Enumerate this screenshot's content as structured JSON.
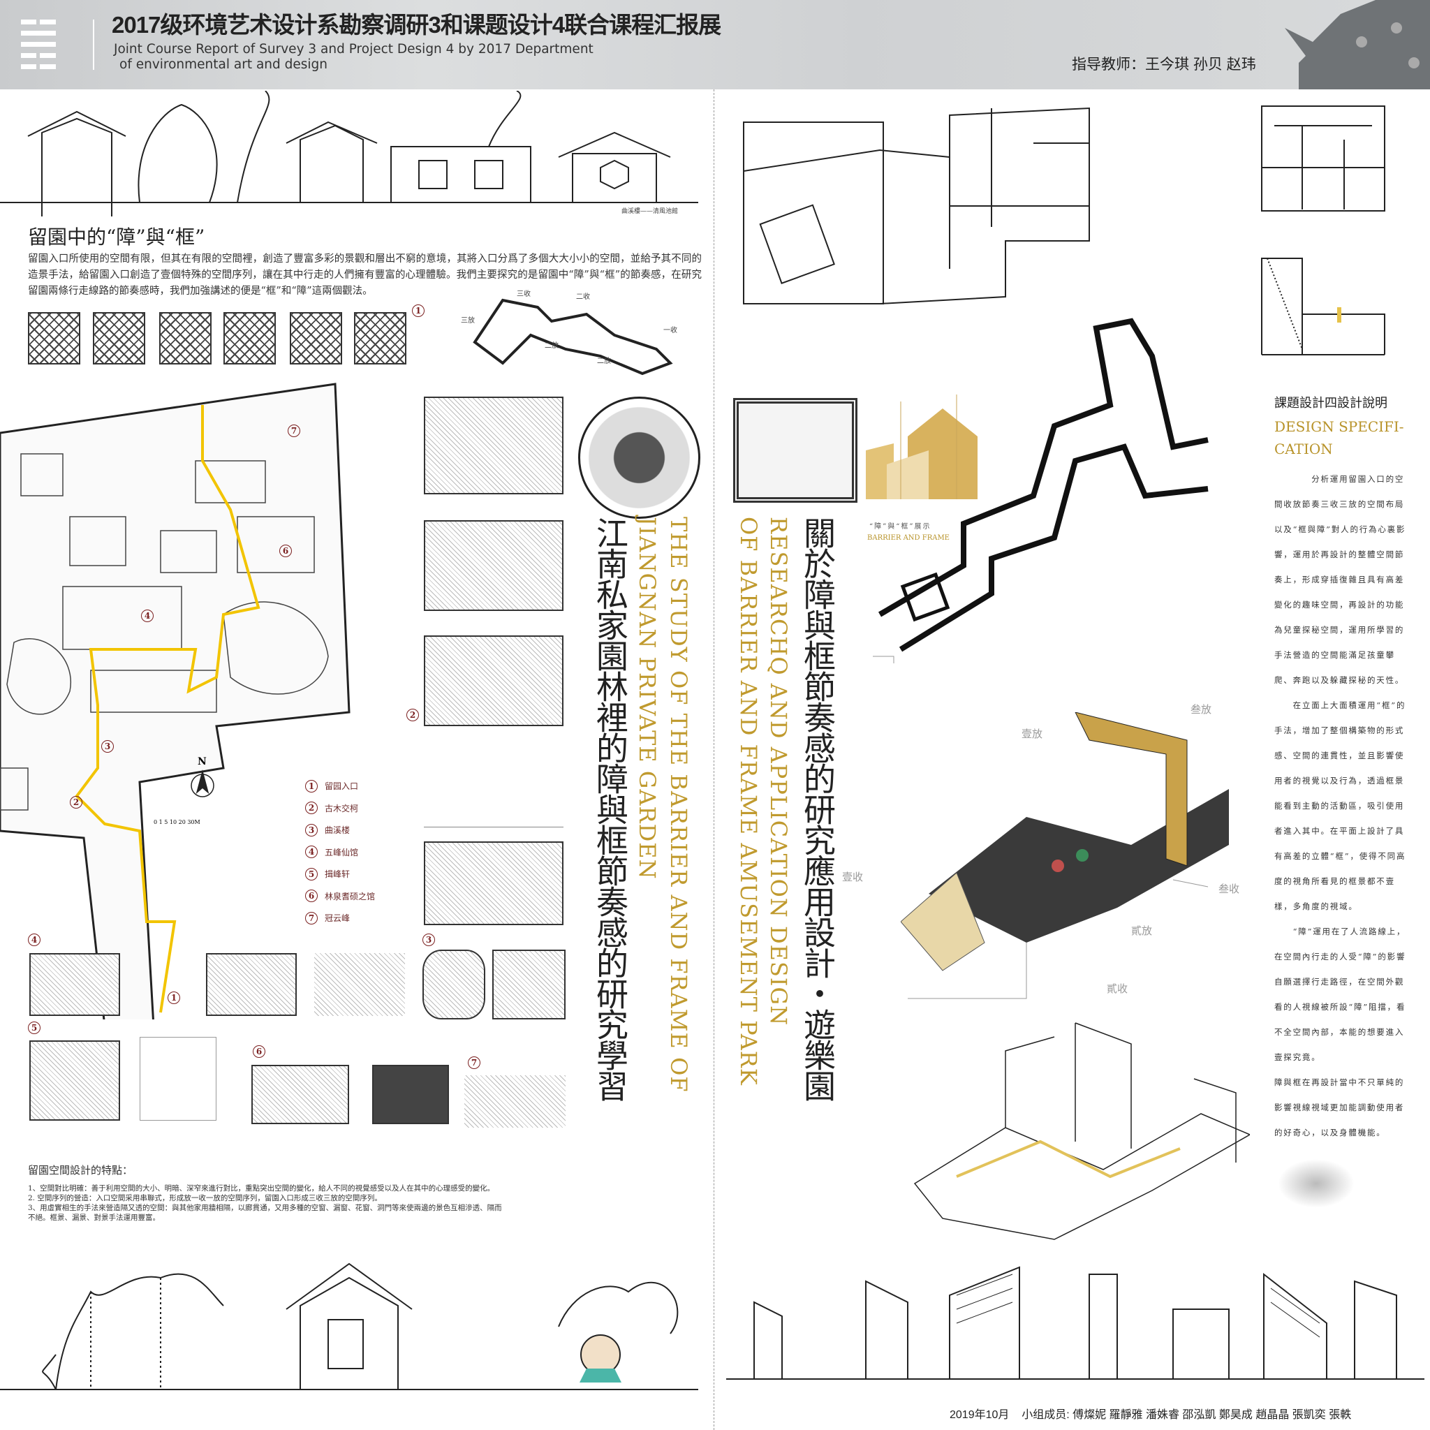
{
  "header": {
    "title_cn": "2017级环境艺术设计系勘察调研3和课题设计4联合课程汇报展",
    "title_en_line1": "Joint Course Report  of Survey 3 and Project Design 4 by 2017 Department",
    "title_en_line2": "of environmental art and design",
    "teachers": "指导教师：王今琪 孙贝 赵玮"
  },
  "left": {
    "sketch_caption": "曲溪樓——清風池館",
    "heading": "留園中的“障”與“框”",
    "intro": "留園入口所使用的空間有限，但其在有限的空間裡，創造了豐富多彩的景觀和層出不窮的意境，其將入口分爲了多個大大小小的空間，並給予其不同的造景手法，給留園入口創造了壹個特殊的空間序列，讓在其中行走的人們擁有豐富的心理體驗。我們主要探究的是留園中“障”與“框”的節奏感，在研究留園兩條行走線路的節奏感時，我們加強講述的便是“框”和“障”這兩個觀法。",
    "plan_labels": [
      "三收",
      "二收",
      "三放",
      "二放",
      "二放",
      "一收"
    ],
    "markers": [
      "1",
      "2",
      "3",
      "4",
      "5",
      "6",
      "7"
    ],
    "legend": [
      {
        "num": "1",
        "name": "留园入口"
      },
      {
        "num": "2",
        "name": "古木交柯"
      },
      {
        "num": "3",
        "name": "曲溪楼"
      },
      {
        "num": "4",
        "name": "五峰仙馆"
      },
      {
        "num": "5",
        "name": "揖峰轩"
      },
      {
        "num": "6",
        "name": "林泉耆硕之馆"
      },
      {
        "num": "7",
        "name": "冠云峰"
      }
    ],
    "north": "N",
    "scale": "0 1 5   10      20        30M",
    "features_title": "留園空間設計的特點：",
    "features": [
      "1、空間對比明確：善于利用空間的大小、明暗、深窄來進行對比，重點突出空間的變化，給人不同的視覺感受以及人在其中的心理感受的變化。",
      "2. 空間序列的營造：入口空間采用串聯式，形成放一收一放的空間序列，留園入口形成三收三放的空間序列。",
      "3、用虛實相生的手法來營造隔又透的空間：與其他家用牆相隔，以廊貫通，又用多種的空窗、漏窗、花窗、洞門等來使兩邊的景色互相滲透、隔而不絕。框景、漏景、對景手法運用豐富。"
    ],
    "title_cn": "江南私家園林裡的障與框節奏感的研究學習",
    "title_en_1": "THE STUDY OF THE BARRIER AND FRAME OF",
    "title_en_2": "JIANGNAN PRIVATE GARDEN"
  },
  "right": {
    "title_cn": "關於障與框節奏感的研究應用設計・遊樂園",
    "title_en_1": "RESEARCHQ AND APPLICATION DESIGN",
    "title_en_2": "OF BARRIER AND FRAME AMUSEMENT PARK",
    "showcase_cn": "“障”與“框”展示",
    "showcase_en": "BARRIER AND FRAME",
    "axon_labels": {
      "open1": "壹放",
      "open3": "叁放",
      "close1": "壹收",
      "close3": "叁收",
      "open2": "貳放",
      "close2": "貳收"
    },
    "spec_title_cn": "課題設計四設計說明",
    "spec_title_en": "DESIGN SPECIFI-CATION",
    "spec_paragraphs": [
      "　　　　分析運用留園入口的空間收放節奏三收三放的空間布局以及“框與障”對人的行為心裏影響，運用於再設計的整體空間節奏上，形成穿插復雜且具有高差變化的趣味空間，再設計的功能為兒童探秘空間，運用所學習的手法營造的空間能滿足孩童攀爬、奔跑以及躲藏探秘的天性。",
      "　　在立面上大面積運用“框”的手法，增加了整個構築物的形式感、空間的連貫性，並且影響使用者的視覺以及行為，透過框景能看到主動的活動區，吸引使用者進入其中。在平面上設計了具有高差的立體“框”，使得不同高度的視角所看見的框景都不壹樣，多角度的視域。",
      "　　“障”運用在了人流路線上，在空間內行走的人受“障”的影響自願選擇行走路徑，在空間外觀看的人視線被所設“障”阻擋，看不全空間內部，本能的想要進入壹探究竟。",
      "障與框在再設計當中不只單純的影響視線視域更加能調動使用者的好奇心，以及身體機能。"
    ]
  },
  "footer": {
    "date": "2019年10月",
    "members_label": "小组成员:",
    "members": "傅燦妮 羅靜雅 潘姝睿 邵泓凱 鄭昊成 趙晶晶 張凱奕 張軼"
  },
  "colors": {
    "gold": "#b8932a",
    "legend": "#7a1f1f",
    "route": "#f2c400",
    "dark": "#3a3a3a"
  }
}
